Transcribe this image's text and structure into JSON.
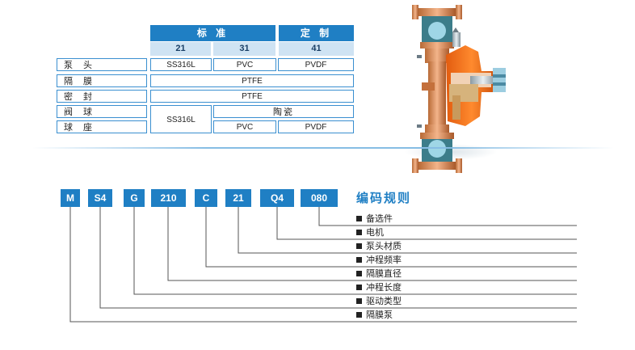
{
  "table": {
    "headers": {
      "standard": "标 准",
      "custom": "定 制"
    },
    "codes": [
      "21",
      "31",
      "41"
    ],
    "rows": [
      {
        "label": "泵 头",
        "values": [
          "SS316L",
          "PVC",
          "PVDF"
        ]
      },
      {
        "label": "隔 膜",
        "values": [
          "PTFE"
        ]
      },
      {
        "label": "密 封",
        "values": [
          "PTFE"
        ]
      },
      {
        "label": "阀 球",
        "values": [
          "SS316L",
          "陶瓷"
        ]
      },
      {
        "label": "球 座",
        "values": [
          "PVC",
          "PVDF"
        ]
      }
    ]
  },
  "code_rule": {
    "title": "编码规则",
    "segments": [
      "M",
      "S4",
      "G",
      "210",
      "C",
      "21",
      "Q4",
      "080"
    ],
    "legend": [
      "备选件",
      "电机",
      "泵头材质",
      "冲程频率",
      "隔膜直径",
      "冲程长度",
      "驱动类型",
      "隔膜泵"
    ]
  },
  "colors": {
    "accent": "#1f7fc4",
    "sub_header": "#cfe3f3",
    "line": "#5a5a5a"
  }
}
